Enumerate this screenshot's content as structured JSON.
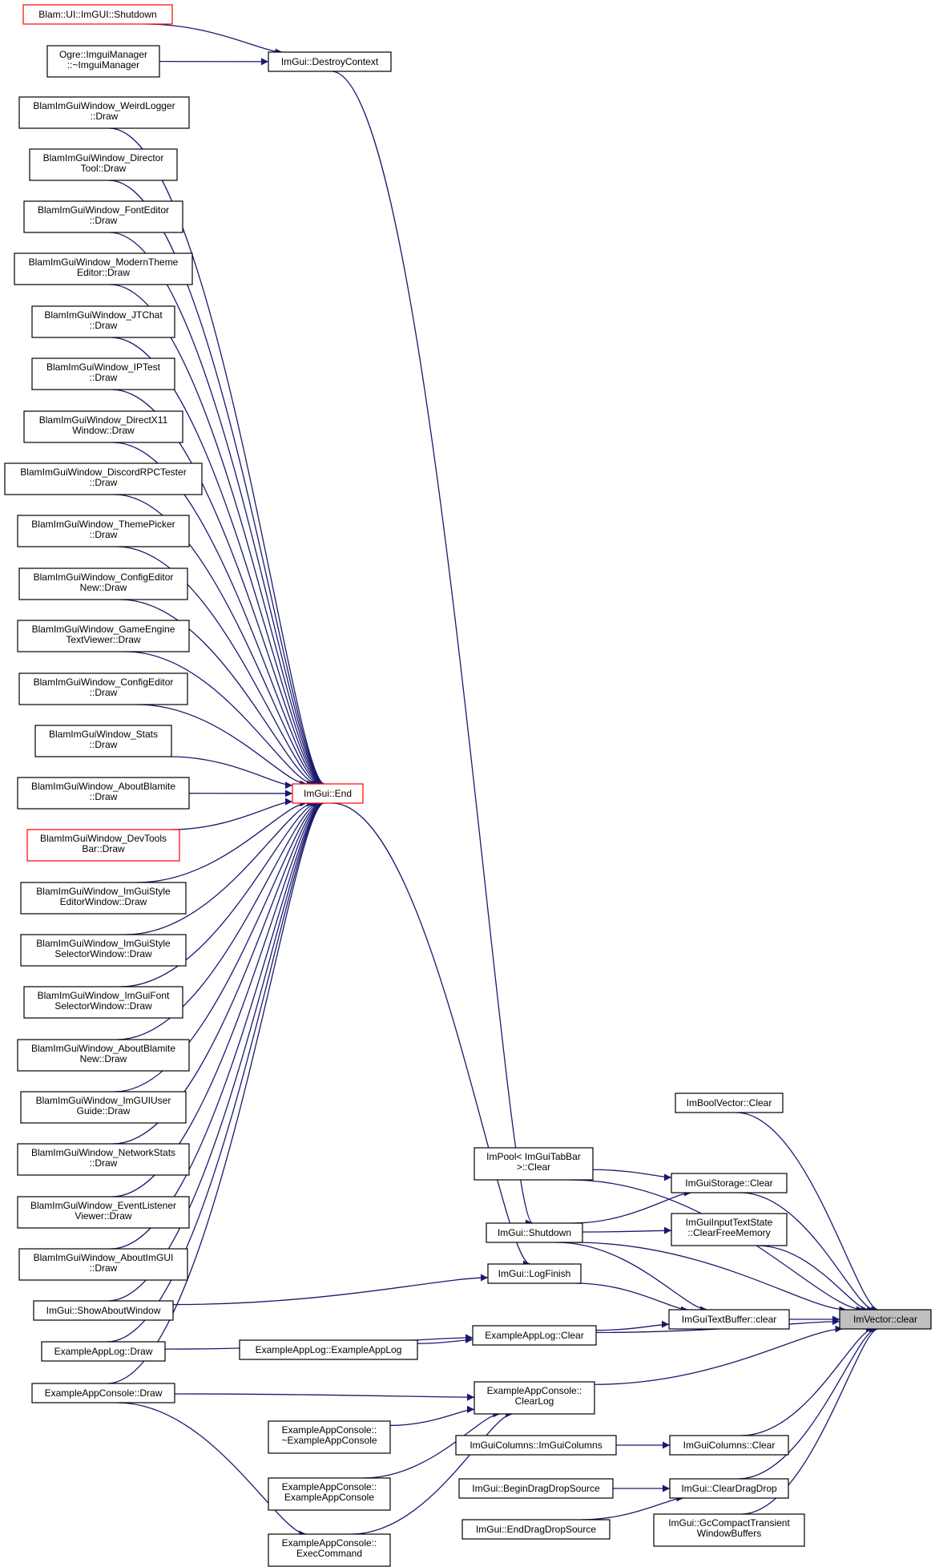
{
  "title": "",
  "colors": {
    "edge": "#191970",
    "node_border": "#000000",
    "incomplete_border": "#ff0000",
    "target_fill": "#bfbfbf",
    "background": "#ffffff"
  },
  "nodes": [
    {
      "id": "n_blam_shutdown",
      "lines": [
        "Blam::UI::ImGUI::Shutdown"
      ],
      "style": "red"
    },
    {
      "id": "n_ogre",
      "lines": [
        "Ogre::ImguiManager",
        "::~ImguiManager"
      ],
      "style": "normal"
    },
    {
      "id": "n_destroy",
      "lines": [
        "ImGui::DestroyContext"
      ],
      "style": "normal"
    },
    {
      "id": "n_weird",
      "lines": [
        "BlamImGuiWindow_WeirdLogger",
        "::Draw"
      ],
      "style": "normal"
    },
    {
      "id": "n_director",
      "lines": [
        "BlamImGuiWindow_Director",
        "Tool::Draw"
      ],
      "style": "normal"
    },
    {
      "id": "n_fonted",
      "lines": [
        "BlamImGuiWindow_FontEditor",
        "::Draw"
      ],
      "style": "normal"
    },
    {
      "id": "n_modern",
      "lines": [
        "BlamImGuiWindow_ModernTheme",
        "Editor::Draw"
      ],
      "style": "normal"
    },
    {
      "id": "n_jtchat",
      "lines": [
        "BlamImGuiWindow_JTChat",
        "::Draw"
      ],
      "style": "normal"
    },
    {
      "id": "n_iptest",
      "lines": [
        "BlamImGuiWindow_IPTest",
        "::Draw"
      ],
      "style": "normal"
    },
    {
      "id": "n_directx",
      "lines": [
        "BlamImGuiWindow_DirectX11",
        "Window::Draw"
      ],
      "style": "normal"
    },
    {
      "id": "n_discord",
      "lines": [
        "BlamImGuiWindow_DiscordRPCTester",
        "::Draw"
      ],
      "style": "normal"
    },
    {
      "id": "n_theme",
      "lines": [
        "BlamImGuiWindow_ThemePicker",
        "::Draw"
      ],
      "style": "normal"
    },
    {
      "id": "n_cfgnew",
      "lines": [
        "BlamImGuiWindow_ConfigEditor",
        "New::Draw"
      ],
      "style": "normal"
    },
    {
      "id": "n_gameengine",
      "lines": [
        "BlamImGuiWindow_GameEngine",
        "TextViewer::Draw"
      ],
      "style": "normal"
    },
    {
      "id": "n_cfg",
      "lines": [
        "BlamImGuiWindow_ConfigEditor",
        "::Draw"
      ],
      "style": "normal"
    },
    {
      "id": "n_stats",
      "lines": [
        "BlamImGuiWindow_Stats",
        "::Draw"
      ],
      "style": "normal"
    },
    {
      "id": "n_about",
      "lines": [
        "BlamImGuiWindow_AboutBlamite",
        "::Draw"
      ],
      "style": "normal"
    },
    {
      "id": "n_devtools",
      "lines": [
        "BlamImGuiWindow_DevTools",
        "Bar::Draw"
      ],
      "style": "red"
    },
    {
      "id": "n_styleed",
      "lines": [
        "BlamImGuiWindow_ImGuiStyle",
        "EditorWindow::Draw"
      ],
      "style": "normal"
    },
    {
      "id": "n_stylesel",
      "lines": [
        "BlamImGuiWindow_ImGuiStyle",
        "SelectorWindow::Draw"
      ],
      "style": "normal"
    },
    {
      "id": "n_fontsel",
      "lines": [
        "BlamImGuiWindow_ImGuiFont",
        "SelectorWindow::Draw"
      ],
      "style": "normal"
    },
    {
      "id": "n_aboutnew",
      "lines": [
        "BlamImGuiWindow_AboutBlamite",
        "New::Draw"
      ],
      "style": "normal"
    },
    {
      "id": "n_userguide",
      "lines": [
        "BlamImGuiWindow_ImGUIUser",
        "Guide::Draw"
      ],
      "style": "normal"
    },
    {
      "id": "n_netstats",
      "lines": [
        "BlamImGuiWindow_NetworkStats",
        "::Draw"
      ],
      "style": "normal"
    },
    {
      "id": "n_eventlistener",
      "lines": [
        "BlamImGuiWindow_EventListener",
        "Viewer::Draw"
      ],
      "style": "normal"
    },
    {
      "id": "n_aboutimgui",
      "lines": [
        "BlamImGuiWindow_AboutImGUI",
        "::Draw"
      ],
      "style": "normal"
    },
    {
      "id": "n_showabout",
      "lines": [
        "ImGui::ShowAboutWindow"
      ],
      "style": "normal"
    },
    {
      "id": "n_applogdraw",
      "lines": [
        "ExampleAppLog::Draw"
      ],
      "style": "normal"
    },
    {
      "id": "n_consoledraw",
      "lines": [
        "ExampleAppConsole::Draw"
      ],
      "style": "normal"
    },
    {
      "id": "n_end",
      "lines": [
        "ImGui::End"
      ],
      "style": "red"
    },
    {
      "id": "n_boolvec",
      "lines": [
        "ImBoolVector::Clear"
      ],
      "style": "normal"
    },
    {
      "id": "n_impool",
      "lines": [
        "ImPool< ImGuiTabBar",
        ">::Clear"
      ],
      "style": "normal"
    },
    {
      "id": "n_storage",
      "lines": [
        "ImGuiStorage::Clear"
      ],
      "style": "normal"
    },
    {
      "id": "n_shutdown",
      "lines": [
        "ImGui::Shutdown"
      ],
      "style": "normal"
    },
    {
      "id": "n_inputtext",
      "lines": [
        "ImGuiInputTextState",
        "::ClearFreeMemory"
      ],
      "style": "normal"
    },
    {
      "id": "n_logfinish",
      "lines": [
        "ImGui::LogFinish"
      ],
      "style": "normal"
    },
    {
      "id": "n_textbuf",
      "lines": [
        "ImGuiTextBuffer::clear"
      ],
      "style": "normal"
    },
    {
      "id": "n_imvector",
      "lines": [
        "ImVector::clear"
      ],
      "style": "gray"
    },
    {
      "id": "n_applogclear",
      "lines": [
        "ExampleAppLog::Clear"
      ],
      "style": "normal"
    },
    {
      "id": "n_applogctor",
      "lines": [
        "ExampleAppLog::ExampleAppLog"
      ],
      "style": "normal"
    },
    {
      "id": "n_consoleclearlog",
      "lines": [
        "ExampleAppConsole::",
        "ClearLog"
      ],
      "style": "normal"
    },
    {
      "id": "n_consoledtor",
      "lines": [
        "ExampleAppConsole::",
        "~ExampleAppConsole"
      ],
      "style": "normal"
    },
    {
      "id": "n_columnsctor",
      "lines": [
        "ImGuiColumns::ImGuiColumns"
      ],
      "style": "normal"
    },
    {
      "id": "n_columnsclear",
      "lines": [
        "ImGuiColumns::Clear"
      ],
      "style": "normal"
    },
    {
      "id": "n_consolector",
      "lines": [
        "ExampleAppConsole::",
        "ExampleAppConsole"
      ],
      "style": "normal"
    },
    {
      "id": "n_begindrag",
      "lines": [
        "ImGui::BeginDragDropSource"
      ],
      "style": "normal"
    },
    {
      "id": "n_cleardrag",
      "lines": [
        "ImGui::ClearDragDrop"
      ],
      "style": "normal"
    },
    {
      "id": "n_enddrag",
      "lines": [
        "ImGui::EndDragDropSource"
      ],
      "style": "normal"
    },
    {
      "id": "n_gccompact",
      "lines": [
        "ImGui::GcCompactTransient",
        "WindowBuffers"
      ],
      "style": "normal"
    },
    {
      "id": "n_exec",
      "lines": [
        "ExampleAppConsole::",
        "ExecCommand"
      ],
      "style": "normal"
    }
  ],
  "edges": [
    [
      "n_blam_shutdown",
      "n_destroy"
    ],
    [
      "n_ogre",
      "n_destroy"
    ],
    [
      "n_destroy",
      "n_shutdown"
    ],
    [
      "n_weird",
      "n_end"
    ],
    [
      "n_director",
      "n_end"
    ],
    [
      "n_fonted",
      "n_end"
    ],
    [
      "n_modern",
      "n_end"
    ],
    [
      "n_jtchat",
      "n_end"
    ],
    [
      "n_iptest",
      "n_end"
    ],
    [
      "n_directx",
      "n_end"
    ],
    [
      "n_discord",
      "n_end"
    ],
    [
      "n_theme",
      "n_end"
    ],
    [
      "n_cfgnew",
      "n_end"
    ],
    [
      "n_gameengine",
      "n_end"
    ],
    [
      "n_cfg",
      "n_end"
    ],
    [
      "n_stats",
      "n_end"
    ],
    [
      "n_about",
      "n_end"
    ],
    [
      "n_devtools",
      "n_end"
    ],
    [
      "n_styleed",
      "n_end"
    ],
    [
      "n_stylesel",
      "n_end"
    ],
    [
      "n_fontsel",
      "n_end"
    ],
    [
      "n_aboutnew",
      "n_end"
    ],
    [
      "n_userguide",
      "n_end"
    ],
    [
      "n_netstats",
      "n_end"
    ],
    [
      "n_eventlistener",
      "n_end"
    ],
    [
      "n_aboutimgui",
      "n_end"
    ],
    [
      "n_showabout",
      "n_end"
    ],
    [
      "n_applogdraw",
      "n_end"
    ],
    [
      "n_consoledraw",
      "n_end"
    ],
    [
      "n_end",
      "n_logfinish"
    ],
    [
      "n_showabout",
      "n_logfinish"
    ],
    [
      "n_boolvec",
      "n_imvector"
    ],
    [
      "n_impool",
      "n_imvector"
    ],
    [
      "n_impool",
      "n_storage"
    ],
    [
      "n_shutdown",
      "n_storage"
    ],
    [
      "n_shutdown",
      "n_inputtext"
    ],
    [
      "n_shutdown",
      "n_textbuf"
    ],
    [
      "n_shutdown",
      "n_imvector"
    ],
    [
      "n_storage",
      "n_imvector"
    ],
    [
      "n_inputtext",
      "n_imvector"
    ],
    [
      "n_logfinish",
      "n_textbuf"
    ],
    [
      "n_textbuf",
      "n_imvector"
    ],
    [
      "n_applogclear",
      "n_textbuf"
    ],
    [
      "n_applogclear",
      "n_imvector"
    ],
    [
      "n_applogdraw",
      "n_applogclear"
    ],
    [
      "n_applogctor",
      "n_applogclear"
    ],
    [
      "n_consoleclearlog",
      "n_imvector"
    ],
    [
      "n_consoledraw",
      "n_consoleclearlog"
    ],
    [
      "n_consoledtor",
      "n_consoleclearlog"
    ],
    [
      "n_consolector",
      "n_consoleclearlog"
    ],
    [
      "n_exec",
      "n_consoleclearlog"
    ],
    [
      "n_consoledraw",
      "n_exec"
    ],
    [
      "n_columnsctor",
      "n_columnsclear"
    ],
    [
      "n_columnsclear",
      "n_imvector"
    ],
    [
      "n_begindrag",
      "n_cleardrag"
    ],
    [
      "n_enddrag",
      "n_cleardrag"
    ],
    [
      "n_cleardrag",
      "n_imvector"
    ],
    [
      "n_gccompact",
      "n_imvector"
    ]
  ]
}
